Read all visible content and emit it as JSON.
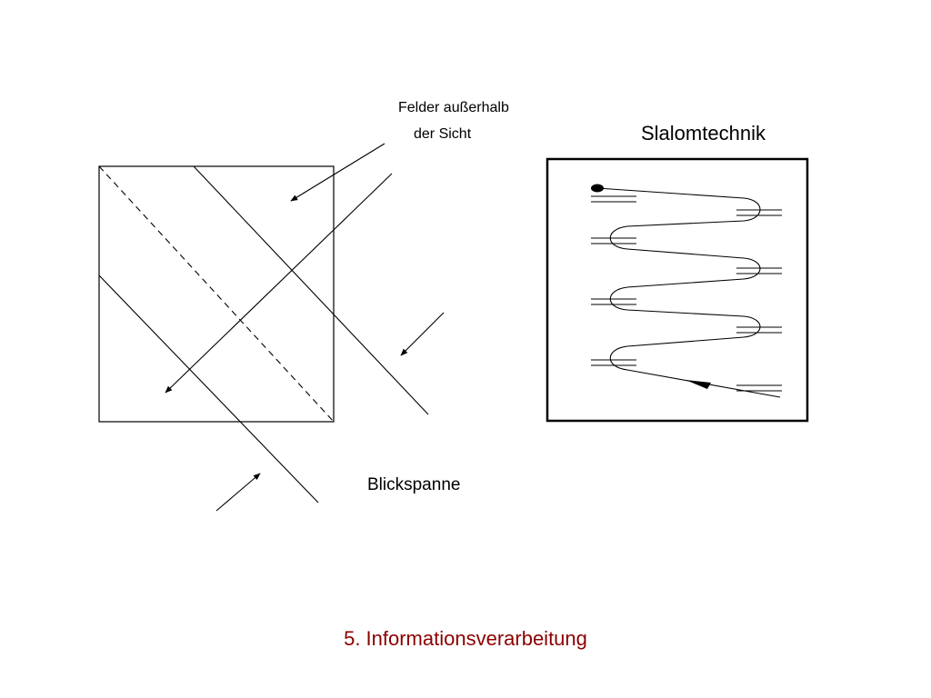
{
  "labels": {
    "outside_view_line1": "Felder außerhalb",
    "outside_view_line2": "der Sicht",
    "slalom": "Slalomtechnik",
    "eye_span": "Blickspanne"
  },
  "footer": {
    "title": "5. Informationsverarbeitung"
  },
  "colors": {
    "ink": "#000000",
    "footer": "#8b0000"
  }
}
